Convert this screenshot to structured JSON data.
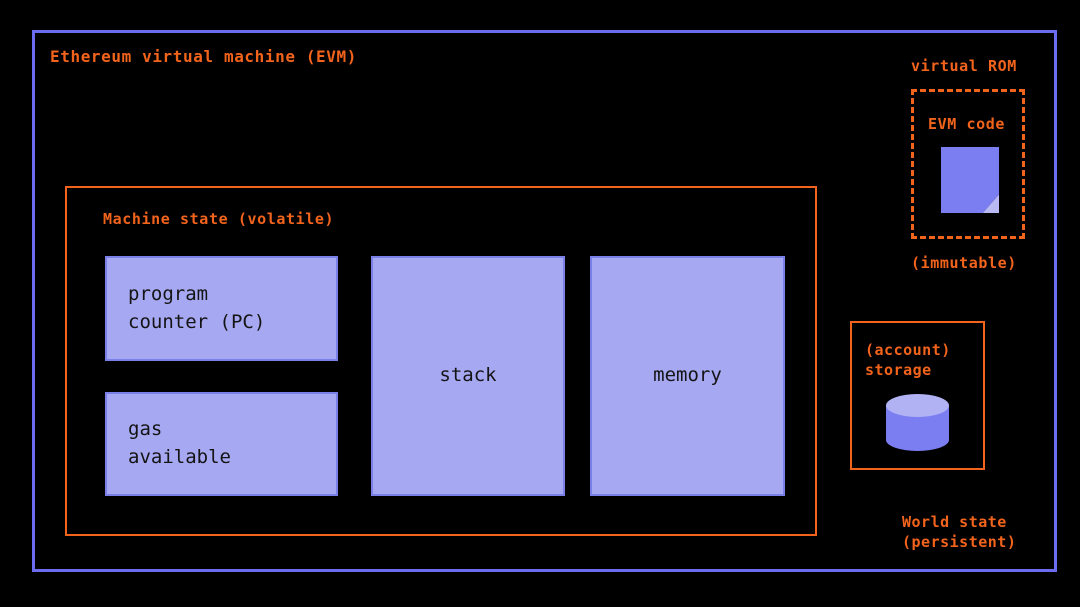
{
  "diagram": {
    "title": "Ethereum virtual machine (EVM)",
    "background_color": "#000000",
    "accent_color": "#f2631c",
    "frame_color": "#6c6cf0",
    "box_fill_color": "#a7a8f2",
    "box_border_color": "#7b7fe8",
    "icon_color": "#7b7ef0"
  },
  "machine_state": {
    "title": "Machine state (volatile)",
    "boxes": [
      {
        "id": "program-counter",
        "label": "program\ncounter (PC)",
        "align": "left"
      },
      {
        "id": "gas-available",
        "label": "gas\navailable",
        "align": "left"
      },
      {
        "id": "stack",
        "label": "stack",
        "align": "center"
      },
      {
        "id": "memory",
        "label": "memory",
        "align": "center"
      }
    ]
  },
  "virtual_rom": {
    "title": "virtual ROM",
    "code_label": "EVM code",
    "code_icon": "document-page-icon",
    "footnote": "(immutable)"
  },
  "world_state": {
    "storage_label": "(account)\nstorage",
    "storage_icon": "database-cylinder-icon",
    "footnote": "World state\n(persistent)"
  }
}
